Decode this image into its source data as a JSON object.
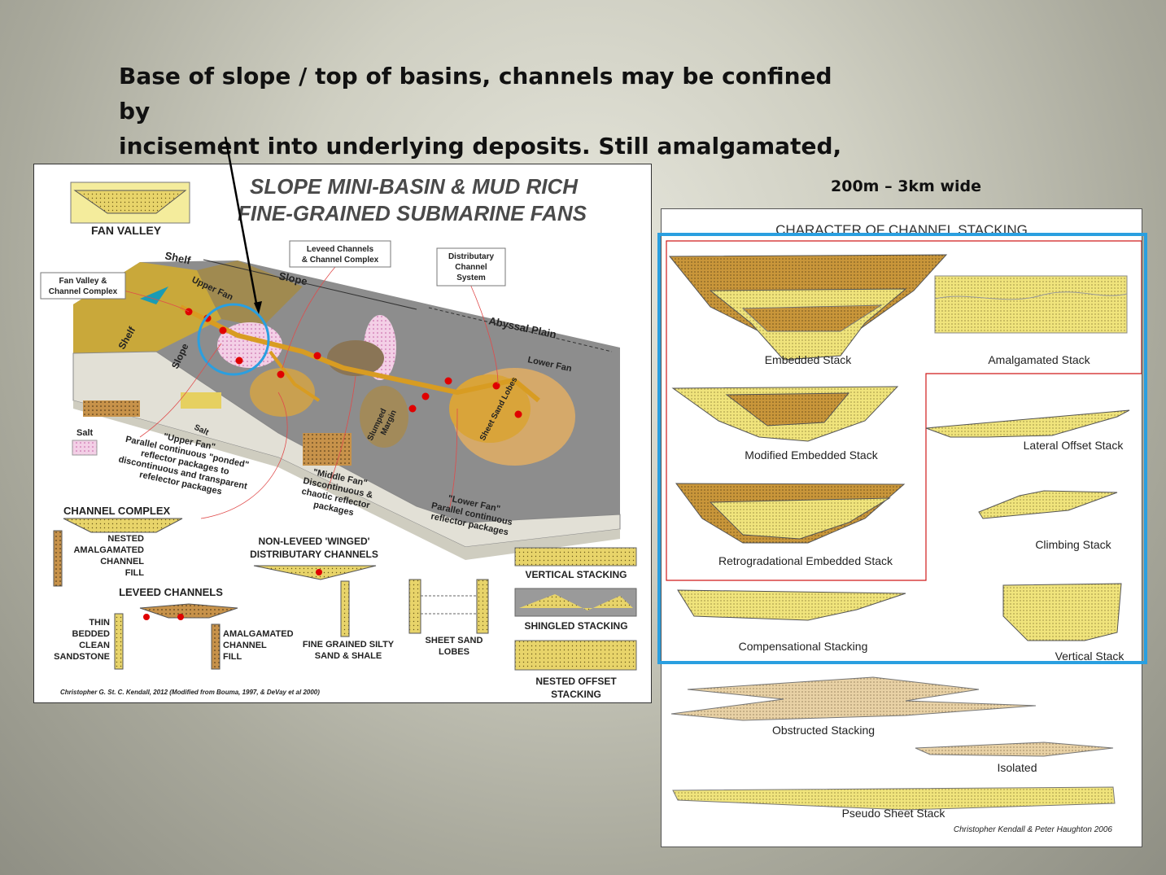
{
  "headline": {
    "line1": "Base of slope / top of basins, channels may be confined by",
    "line2": "incisement into underlying deposits.  Still amalgamated,"
  },
  "left_diagram": {
    "title_line1": "SLOPE MINI-BASIN & MUD RICH",
    "title_line2": "FINE-GRAINED SUBMARINE FANS",
    "fan_valley": "FAN VALLEY",
    "shelf_top": "Shelf",
    "shelf_side": "Shelf",
    "slope_top": "Slope",
    "slope_side": "Slope",
    "upper_fan": "Upper Fan",
    "abyssal_plain": "Abyssal  Plain",
    "lower_fan": "Lower Fan",
    "fan_valley_complex": [
      "Fan Valley &",
      "Channel Complex"
    ],
    "leveed_channels_box": [
      "Leveed Channels",
      "& Channel Complex"
    ],
    "distributary_box": [
      "Distributary",
      "Channel",
      "System"
    ],
    "salt_legend": "Salt",
    "salt_label": "Salt",
    "slumped_margin": [
      "Slumped",
      "Margin"
    ],
    "sheet_sand_lobes": "Sheet Sand Lobes",
    "upper_fan_desc": [
      "\"Upper Fan\"",
      "Parallel continuous \"ponded\"",
      "reflector packages to",
      "discontinuous and transparent",
      "refelector packages"
    ],
    "middle_fan_desc": [
      "\"Middle Fan\"",
      "Discontinuous &",
      "chaotic reflector",
      "packages"
    ],
    "lower_fan_desc": [
      "\"Lower Fan\"",
      "Parallel continuous",
      "reflector packages"
    ],
    "channel_complex": "CHANNEL COMPLEX",
    "nested_fill": [
      "NESTED",
      "AMALGAMATED",
      "CHANNEL",
      "FILL"
    ],
    "non_leveed": [
      "NON-LEVEED 'WINGED'",
      "DISTRIBUTARY CHANNELS"
    ],
    "leveed_channels": "LEVEED CHANNELS",
    "thin_bedded": [
      "THIN",
      "BEDDED",
      "CLEAN",
      "SANDSTONE"
    ],
    "amalgamated_fill": [
      "AMALGAMATED",
      "CHANNEL",
      "FILL"
    ],
    "fine_grained": [
      "FINE GRAINED SILTY",
      "SAND & SHALE"
    ],
    "sheet_sand": [
      "SHEET SAND",
      "LOBES"
    ],
    "vertical_stacking": "VERTICAL STACKING",
    "shingled_stacking": "SHINGLED STACKING",
    "nested_offset": [
      "NESTED OFFSET",
      "STACKING"
    ],
    "credit": "Christopher G. St. C. Kendall, 2012   (Modified from Bouma, 1997, &  DeVay et al 2000)"
  },
  "width_note": "200m – 3km wide",
  "right_diagram": {
    "title": "CHARACTER OF CHANNEL STACKING",
    "labels": {
      "embedded": "Embedded Stack",
      "amalgamated": "Amalgamated Stack",
      "modified_embedded": "Modified Embedded Stack",
      "lateral_offset": "Lateral Offset Stack",
      "climbing": "Climbing Stack",
      "retrogradational": "Retrogradational Embedded Stack",
      "compensational": "Compensational Stacking",
      "vertical": "Vertical Stack",
      "obstructed": "Obstructed Stacking",
      "isolated": "Isolated",
      "pseudo_sheet": "Pseudo Sheet Stack"
    },
    "credit": "Christopher Kendall & Peter Haughton 2006"
  },
  "colors": {
    "sand": "#d9b340",
    "sand_light": "#eee47a",
    "mud_tan": "#cfb58a",
    "highlight_blue": "#2a9fe0",
    "outline_red": "#d01a1a",
    "marker_red": "#e00000"
  }
}
